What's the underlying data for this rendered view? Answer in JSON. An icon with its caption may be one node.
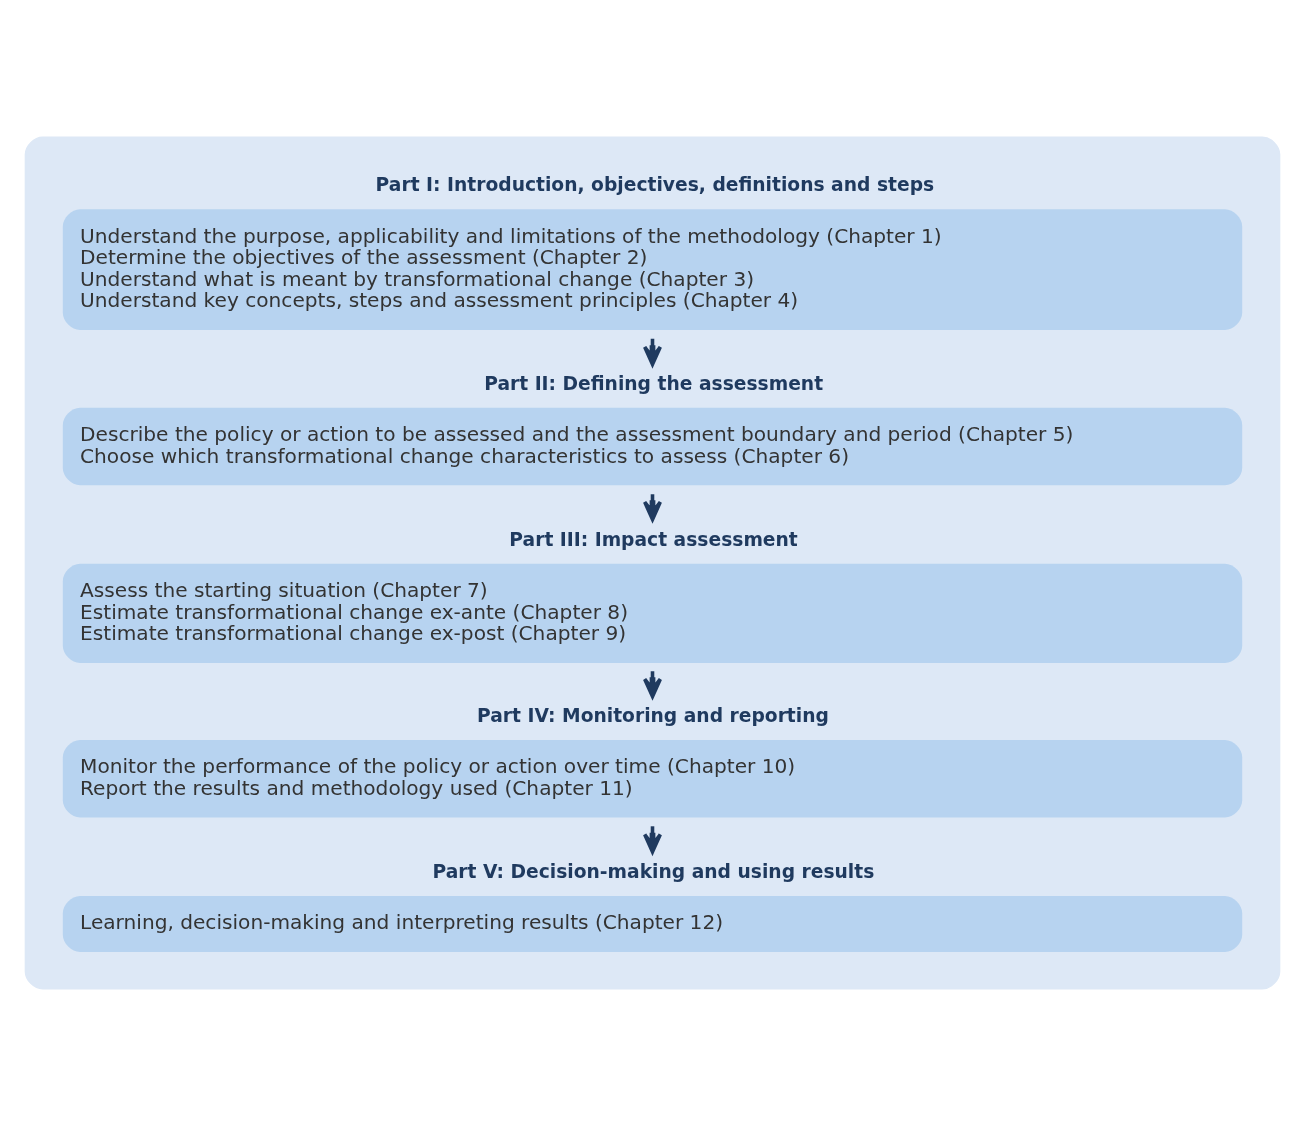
{
  "diagram": {
    "nodes": [
      {
        "text": [],
        "shape": "box"
      },
      {
        "text": [
          "Part I: Introduction, objectives, definitions and steps",
          "Understand the purpose, applicability and limitations of the methodology (Chapter 1)",
          "Determine the objectives of the assessment (Chapter 2)",
          "Understand what is meant by transformational change (Chapter 3)",
          "Understand key concepts, steps and assessment principles (Chapter 4)"
        ],
        "in": 0
      },
      {
        "text": [
          "Part II: Defining the assessment",
          "Describe the policy or action to be assessed and the assessment boundary and period (Chapter 5)",
          "Choose which transformational change characteristics to assess (Chapter 6)"
        ],
        "in": 0
      },
      {
        "text": [
          "Part III: Impact assessment",
          "Assess the starting situation (Chapter 7)",
          "Estimate transformational change ex-ante (Chapter 8)",
          "Estimate transformational change ex-post (Chapter 9)"
        ],
        "in": 0
      },
      {
        "text": [
          "Part IV: Monitoring and reporting",
          "Monitor the performance of the policy or action over time (Chapter 10)",
          "Report the results and methodology used (Chapter 11)"
        ],
        "in": 0
      },
      {
        "text": [
          "Part V: Decision-making and using results",
          "Learning, decision-making and interpreting results (Chapter 12)"
        ],
        "in": 0
      }
    ],
    "edges": [
      {
        "from": 1,
        "to": 2,
        "arrow": "to"
      },
      {
        "from": 2,
        "to": 3,
        "arrow": "to"
      },
      {
        "from": 3,
        "to": 4,
        "arrow": "to"
      },
      {
        "from": 4,
        "to": 5,
        "arrow": "to"
      }
    ]
  }
}
